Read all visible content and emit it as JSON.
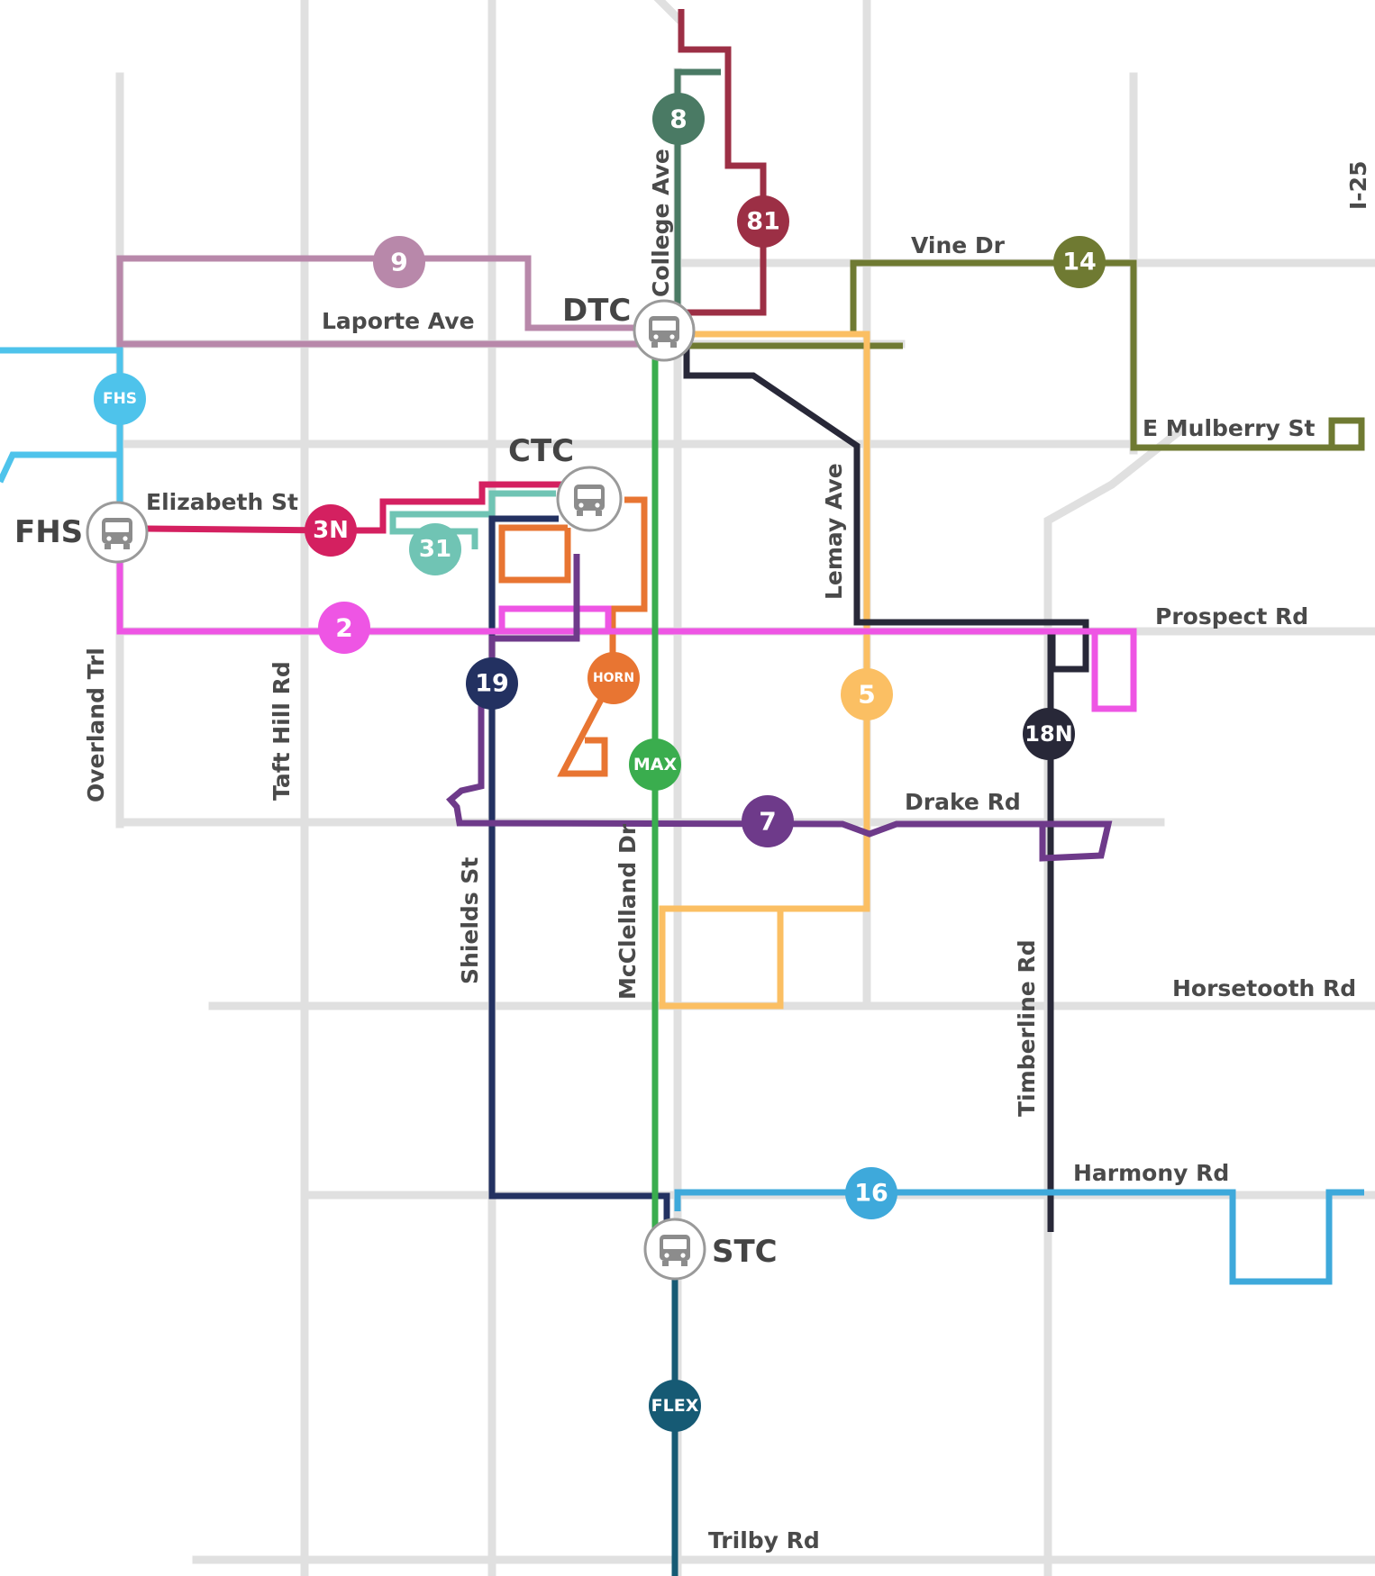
{
  "streets": {
    "vine": "Vine Dr",
    "laporte": "Laporte Ave",
    "mulberry": "E Mulberry St",
    "elizabeth": "Elizabeth St",
    "prospect": "Prospect Rd",
    "drake": "Drake Rd",
    "horsetooth": "Horsetooth Rd",
    "harmony": "Harmony Rd",
    "trilby": "Trilby Rd",
    "college": "College Ave",
    "lemay": "Lemay Ave",
    "overland": "Overland Trl",
    "taft": "Taft Hill Rd",
    "shields": "Shields St",
    "mcclelland": "McClelland Dr",
    "timberline": "Timberline Rd",
    "i25": "I-25"
  },
  "stations": {
    "dtc": "DTC",
    "ctc": "CTC",
    "fhs": "FHS",
    "stc": "STC"
  },
  "routes": {
    "r8": {
      "label": "8",
      "color": "#4a7a64"
    },
    "r81": {
      "label": "81",
      "color": "#9c2f45"
    },
    "r9": {
      "label": "9",
      "color": "#b888aa"
    },
    "r14": {
      "label": "14",
      "color": "#6f7a32"
    },
    "fhs": {
      "label": "FHS",
      "color": "#4ec3eb"
    },
    "r3n": {
      "label": "3N",
      "color": "#d42060"
    },
    "r31": {
      "label": "31",
      "color": "#70c4b4"
    },
    "r2": {
      "label": "2",
      "color": "#ee55e4"
    },
    "r19": {
      "label": "19",
      "color": "#233161"
    },
    "horn": {
      "label": "HORN",
      "color": "#e87532"
    },
    "max": {
      "label": "MAX",
      "color": "#3aad4e"
    },
    "r5": {
      "label": "5",
      "color": "#fbbf63"
    },
    "r18n": {
      "label": "18N",
      "color": "#282838"
    },
    "r7": {
      "label": "7",
      "color": "#6e3a8a"
    },
    "r16": {
      "label": "16",
      "color": "#3ea9db"
    },
    "flex": {
      "label": "FLEX",
      "color": "#165a74"
    }
  }
}
